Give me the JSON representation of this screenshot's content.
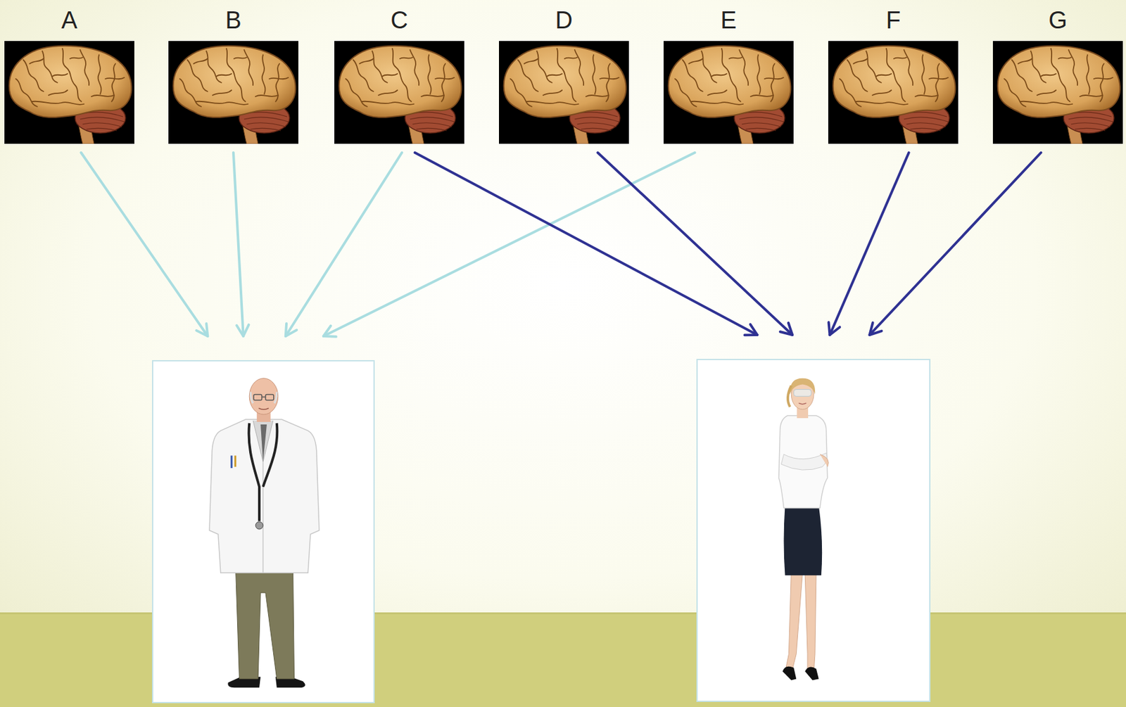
{
  "diagram": {
    "nodes": [
      {
        "text": [
          "A"
        ]
      },
      {
        "text": [
          "B"
        ]
      },
      {
        "text": [
          "C"
        ]
      },
      {
        "text": [
          "D"
        ]
      },
      {
        "text": [
          "E"
        ]
      },
      {
        "text": [
          "F"
        ]
      },
      {
        "text": [
          "G"
        ]
      },
      {
        "text": []
      },
      {
        "text": []
      }
    ],
    "edges": [
      {
        "from": 0,
        "to": 7,
        "arrow": "to"
      },
      {
        "from": 1,
        "to": 7,
        "arrow": "to"
      },
      {
        "from": 2,
        "to": 7,
        "arrow": "to"
      },
      {
        "from": 4,
        "to": 7,
        "arrow": "to"
      },
      {
        "from": 2,
        "to": 8,
        "arrow": "to"
      },
      {
        "from": 3,
        "to": 8,
        "arrow": "to"
      },
      {
        "from": 5,
        "to": 8,
        "arrow": "to"
      },
      {
        "from": 6,
        "to": 8,
        "arrow": "to"
      }
    ]
  }
}
